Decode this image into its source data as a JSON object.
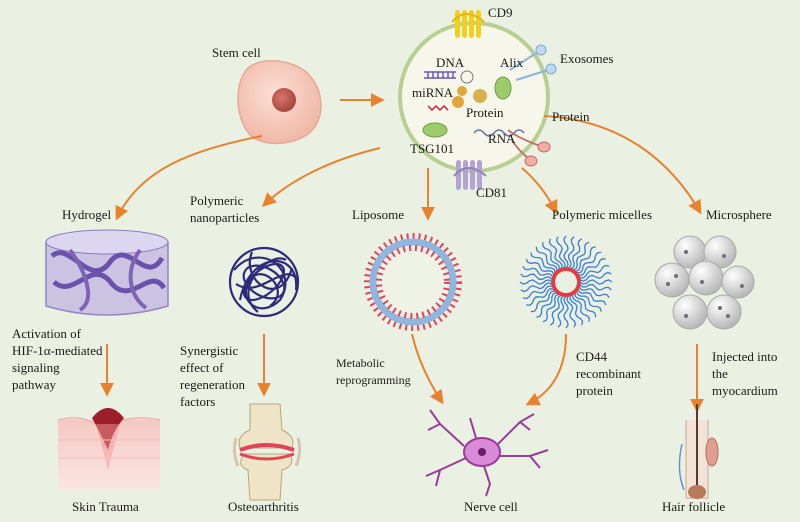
{
  "labels": {
    "stem_cell": "Stem cell",
    "cd9": "CD9",
    "cd81": "CD81",
    "dna": "DNA",
    "alix": "Alix",
    "mirna": "miRNA",
    "protein_inner": "Protein",
    "tsg101": "TSG101",
    "rna": "RNA",
    "exosomes": "Exosomes",
    "protein_outer": "Protein"
  },
  "carriers": [
    {
      "name": "Hydrogel",
      "mechanism": "Activation of HIF-1α-mediated signaling pathway",
      "target": "Skin Trauma"
    },
    {
      "name": "Polymeric nanoparticles",
      "mechanism": "Synergistic effect of regeneration factors",
      "target": "Osteoarthritis"
    },
    {
      "name": "Liposome",
      "mechanism": "Metabolic reprogramming",
      "target": "Nerve cell"
    },
    {
      "name": "Polymeric micelles",
      "mechanism": "CD44 recombinant protein",
      "target": "Nerve cell"
    },
    {
      "name": "Microsphere",
      "mechanism": "Injected into the myocardium",
      "target": "Hair follicle"
    }
  ],
  "colors": {
    "background": "#eaf1e2",
    "arrow": "#e8822e",
    "exosome_fill": "#f6f7ea",
    "exosome_border": "#b9cf92",
    "cd9": "#f2cf1c",
    "cd81": "#b3a3d2",
    "hydrogel": "#7e64b4",
    "nanoparticle": "#2f2a7a",
    "liposome": "#e0435a",
    "micelle_core": "#e53a3a",
    "micelle_tail": "#3a7fd6",
    "microsphere": "#dcdcdc"
  }
}
